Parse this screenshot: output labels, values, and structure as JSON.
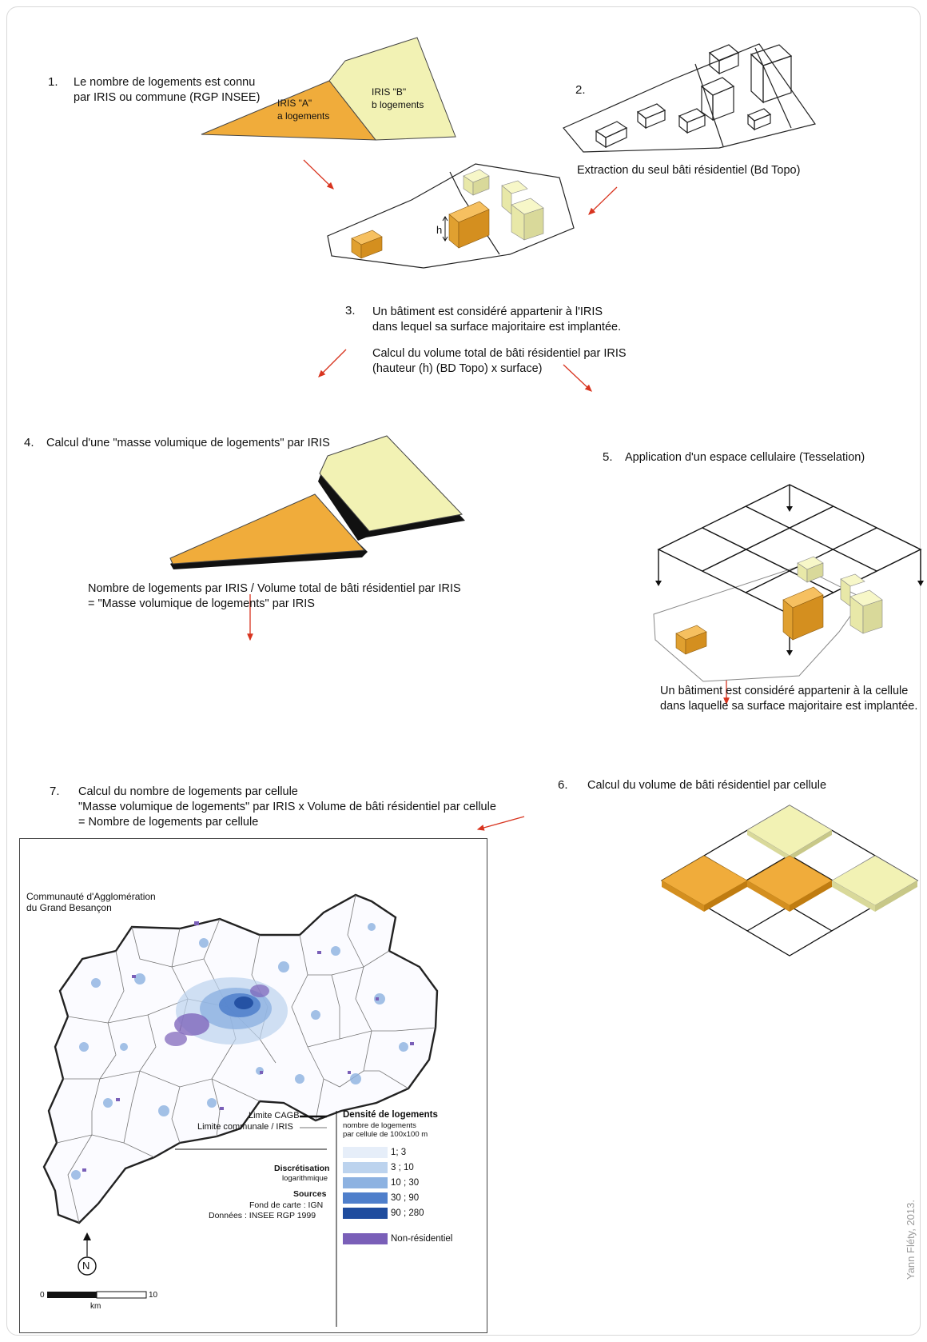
{
  "steps": {
    "s1": {
      "num": "1.",
      "line1": "Le nombre de logements est connu",
      "line2": "par IRIS ou commune (RGP INSEE)",
      "iris_a_1": "IRIS \"A\"",
      "iris_a_2": "a logements",
      "iris_b_1": "IRIS \"B\"",
      "iris_b_2": "b logements"
    },
    "s2": {
      "num": "2.",
      "caption": "Extraction du seul bâti résidentiel (Bd Topo)"
    },
    "h_label": "h",
    "s3": {
      "num": "3.",
      "line1": "Un bâtiment est considéré appartenir à l'IRIS",
      "line2": "dans lequel sa surface majoritaire est implantée.",
      "line3": "Calcul du volume total de bâti résidentiel par IRIS",
      "line4": "(hauteur (h) (BD Topo) x surface)"
    },
    "s4": {
      "num": "4.",
      "title": "Calcul d'une \"masse volumique de logements\" par IRIS",
      "line1": "Nombre de logements par IRIS / Volume total de bâti résidentiel par IRIS",
      "line2": "= \"Masse  volumique de logements\" par IRIS"
    },
    "s5": {
      "num": "5.",
      "title": "Application d'un espace cellulaire (Tesselation)",
      "line1": "Un bâtiment est considéré appartenir à la cellule",
      "line2": "dans laquelle sa surface majoritaire est implantée."
    },
    "s6": {
      "num": "6.",
      "title": "Calcul du volume de bâti résidentiel par cellule"
    },
    "s7": {
      "num": "7.",
      "line1": "Calcul du nombre de logements par cellule",
      "line2": "\"Masse volumique de logements\" par IRIS x Volume de bâti résidentiel par cellule",
      "line3": "= Nombre de logements par cellule"
    }
  },
  "map": {
    "title1": "Communauté d'Agglomération",
    "title2": "du Grand Besançon",
    "limit_cagb": "Limite CAGB",
    "limit_iris": "Limite communale / IRIS",
    "legend_title": "Densité de logements",
    "legend_sub1": "nombre de logements",
    "legend_sub2": "par cellule de 100x100 m",
    "classes": [
      {
        "label": "1; 3",
        "color": "#e6eef9"
      },
      {
        "label": "3 ; 10",
        "color": "#bcd3ee"
      },
      {
        "label": "10 ; 30",
        "color": "#8db2e1"
      },
      {
        "label": "30 ; 90",
        "color": "#4f7fcb"
      },
      {
        "label": "90 ; 280",
        "color": "#1f4c9e"
      }
    ],
    "non_res": {
      "label": "Non-résidentiel",
      "color": "#7a5fb8"
    },
    "discret1": "Discrétisation",
    "discret2": "logarithmique",
    "sources": "Sources",
    "src1": "Fond de carte : IGN",
    "src2": "Données : INSEE RGP 1999",
    "north": "N",
    "scale0": "0",
    "scale10": "10",
    "scale_unit": "km"
  },
  "credit": "Yann Fléty, 2013.",
  "colors": {
    "orange": "#f0ac3b",
    "orange_dark": "#d48f1f",
    "pale": "#f2f2b4",
    "pale_dark": "#d9d99a",
    "arrow": "#d8341f"
  }
}
